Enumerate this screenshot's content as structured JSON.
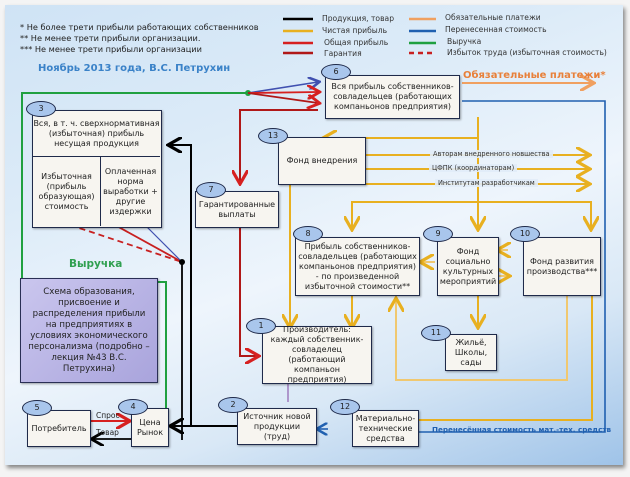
{
  "notes": [
    "*  Не более трети прибыли работающих собственников",
    "**  Не менее трети прибыли организации.",
    "***  Не менее трети прибыли организации"
  ],
  "subtitle": "Ноябрь 2013 года, В.С. Петрухин",
  "legend": [
    {
      "label": "Продукция, товар",
      "color": "#000000",
      "style": "solid"
    },
    {
      "label": "Чистая прибыль",
      "color": "#e8b020",
      "style": "solid"
    },
    {
      "label": "Общая прибыль",
      "color": "#d62020",
      "style": "solid"
    },
    {
      "label": "Гарантия",
      "color": "#b01818",
      "style": "solid"
    },
    {
      "label": "Обязательные платежи",
      "color": "#f0a060",
      "style": "solid"
    },
    {
      "label": "Перенесенная стоимость",
      "color": "#2060b0",
      "style": "solid"
    },
    {
      "label": "Выручка",
      "color": "#20a040",
      "style": "solid"
    },
    {
      "label": "Избыток труда (избыточная стоимость)",
      "color": "#c82020",
      "style": "dashed"
    }
  ],
  "nodes": {
    "n1": {
      "num": "1",
      "text": "Производитель: каждый собственник-совладелец (работающий компаньон предприятия)"
    },
    "n2": {
      "num": "2",
      "text": "Источник новой продукции (труд)"
    },
    "n3": {
      "num": "3",
      "top": "Вся, в т. ч. сверхнормативная (избыточная) прибыль несущая продукция",
      "left": "Избыточная (прибыль образующая) стоимость",
      "right": "Оплаченная норма выработки + другие издержки"
    },
    "n4": {
      "num": "4",
      "text": "Цена Рынок"
    },
    "n5": {
      "num": "5",
      "text": "Потребитель"
    },
    "n6": {
      "num": "6",
      "text": "Вся прибыль собственников-совладельцев (работающих компаньонов предприятия)"
    },
    "n7": {
      "num": "7",
      "text": "Гарантированные выплаты"
    },
    "n8": {
      "num": "8",
      "text": "Прибыль собственников-совладельцев (работающих компаньонов предприятия) - по произведенной избыточной стоимости**"
    },
    "n9": {
      "num": "9",
      "text": "Фонд социально культурных мероприятий"
    },
    "n10": {
      "num": "10",
      "text": "Фонд развития производства***"
    },
    "n11": {
      "num": "11",
      "text": "Жильё, Школы, сады"
    },
    "n12": {
      "num": "12",
      "text": "Материально-технические средства"
    },
    "n13": {
      "num": "13",
      "text": "Фонд внедрения"
    }
  },
  "labels": {
    "mandatory_payments": "Обязательные платежи*",
    "revenue": "Выручка",
    "demand": "Спрос",
    "goods": "Товар",
    "to_authors": "Авторам внедренного новшества",
    "to_cfpk": "ЦФПК (координаторам)",
    "to_institutes": "Институтам разработчикам",
    "transferred_cost": "Перенесённая стоимость мат.-тех. средств"
  },
  "description": "Схема образования, присвоение и распределения прибыли на предприятиях в условиях экономического персонализма (подробно – лекция №43 В.С. Петрухина)"
}
